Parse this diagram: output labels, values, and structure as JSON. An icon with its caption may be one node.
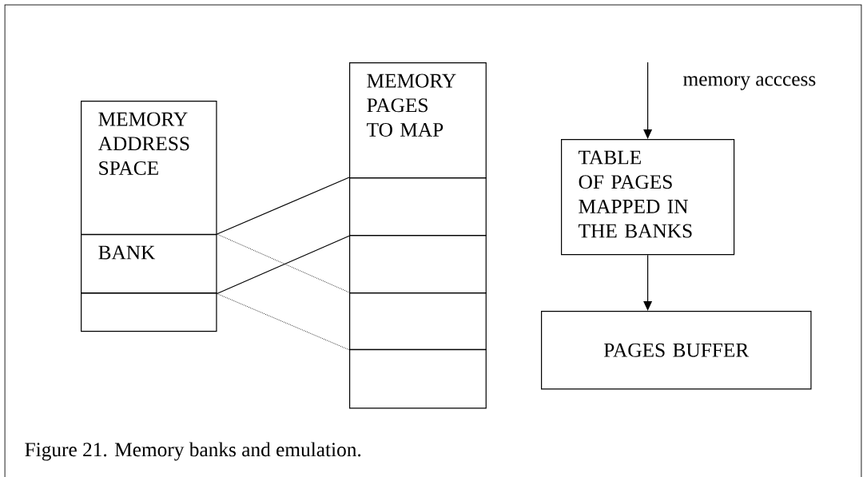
{
  "diagram": {
    "caption": "Figure 21.  Memory banks and emulation.",
    "nodes": [
      {
        "text": [
          "MEMORY ADDRESS SPACE"
        ]
      },
      {
        "text": [
          "BANK"
        ]
      },
      {
        "text": [],
        "shape": "box"
      },
      {
        "text": [
          "MEMORY PAGES TO MAP"
        ]
      },
      {
        "text": [],
        "shape": "box"
      },
      {
        "text": [],
        "shape": "box"
      },
      {
        "text": [],
        "shape": "box"
      },
      {
        "text": [],
        "shape": "box"
      },
      {
        "text": [
          "TABLE OF PAGES MAPPED IN THE BANKS"
        ]
      },
      {
        "text": [
          "PAGES BUFFER"
        ]
      }
    ],
    "edges": [
      {
        "from": null,
        "to": 8,
        "arrow": "to",
        "label": "memory acccess"
      },
      {
        "from": 8,
        "to": 9,
        "arrow": "to"
      },
      {
        "from": 1,
        "to": 4,
        "arrow": "none"
      },
      {
        "from": 1,
        "to": 4,
        "arrow": "none"
      },
      {
        "from": 1,
        "to": 6,
        "arrow": "none",
        "style": "dashed"
      },
      {
        "from": 1,
        "to": 6,
        "arrow": "none",
        "style": "dashed"
      }
    ]
  }
}
